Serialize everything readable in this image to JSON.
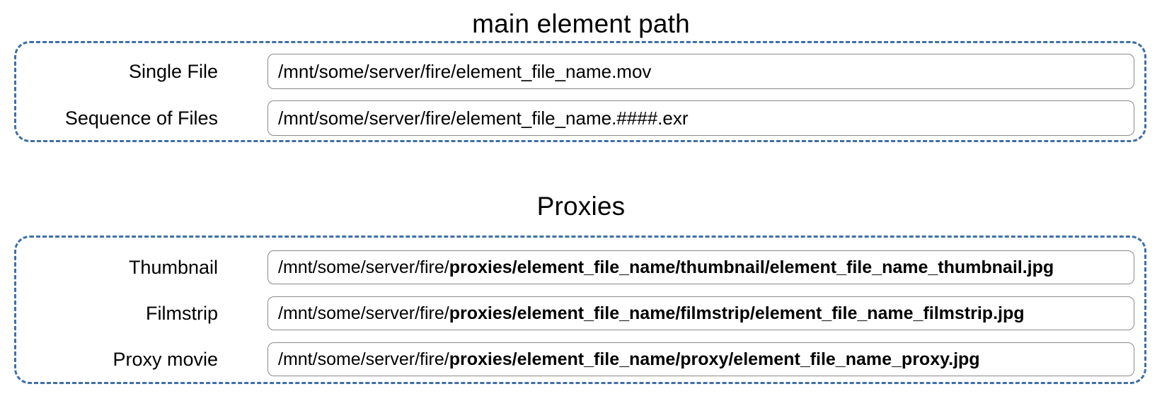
{
  "sections": [
    {
      "heading": "main element path",
      "rows": [
        {
          "label": "Single File",
          "value": "/mnt/some/server/fire/element_file_name.mov",
          "prefix": "/mnt/some/server/fire/element_file_name.mov",
          "bold": ""
        },
        {
          "label": "Sequence of Files",
          "value": "/mnt/some/server/fire/element_file_name.####.exr",
          "prefix": "/mnt/some/server/fire/element_file_name.####.exr",
          "bold": ""
        }
      ]
    },
    {
      "heading": "Proxies",
      "rows": [
        {
          "label": "Thumbnail",
          "value": "/mnt/some/server/fire/proxies/element_file_name/thumbnail/element_file_name_thumbnail.jpg",
          "prefix": "/mnt/some/server/fire/",
          "bold": "proxies/element_file_name/thumbnail/element_file_name_thumbnail.jpg"
        },
        {
          "label": "Filmstrip",
          "value": "/mnt/some/server/fire/proxies/element_file_name/filmstrip/element_file_name_filmstrip.jpg",
          "prefix": "/mnt/some/server/fire/",
          "bold": "proxies/element_file_name/filmstrip/element_file_name_filmstrip.jpg"
        },
        {
          "label": "Proxy movie",
          "value": "/mnt/some/server/fire/proxies/element_file_name/proxy/element_file_name_proxy.jpg",
          "prefix": "/mnt/some/server/fire/",
          "bold": "proxies/element_file_name/proxy/element_file_name_proxy.jpg"
        }
      ]
    }
  ],
  "colors": {
    "group_border": "#3f6fa8",
    "field_border": "#8a8a8a",
    "text": "#000000",
    "background": "#ffffff"
  }
}
